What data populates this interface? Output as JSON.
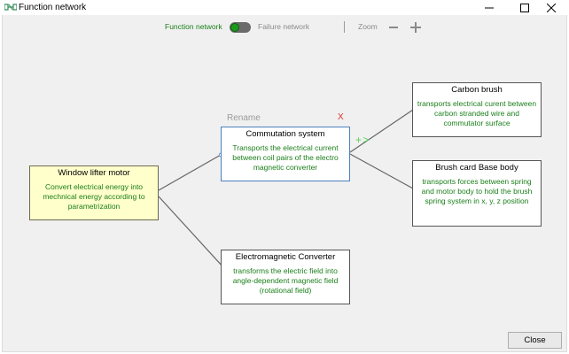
{
  "window": {
    "title": "Function network"
  },
  "toolbar": {
    "function_network_label": "Function network",
    "failure_network_label": "Failure network",
    "zoom_label": "Zoom",
    "toggle_on": true
  },
  "node_editor": {
    "rename_label": "Rename",
    "close_label": "X",
    "add_label": "+ >"
  },
  "nodes": [
    {
      "title": "Window lifter motor",
      "description": "Convert electrical energy into mechnical energy according to parametrization"
    },
    {
      "title": "Commutation system",
      "description": "Transports the electrical current between coil pairs of the electro magnetic converter"
    },
    {
      "title": "Electromagnetic Converter",
      "description": "transforms the electric field into angle-dependent magnetic field (rotational field)"
    },
    {
      "title": "Carbon brush",
      "description": "transports electrical curent between carbon stranded wire and commutator surface"
    },
    {
      "title": "Brush card Base body",
      "description": "transports forces between spring and motor body to hold the brush spring system in x, y, z position"
    }
  ],
  "footer": {
    "close_label": "Close"
  },
  "colors": {
    "description_text": "#1a7f1a",
    "root_node": "#ffffcc",
    "selected_border": "#4a80c0",
    "close_x": "#d9322d",
    "add_arrow": "#5ad05a"
  }
}
